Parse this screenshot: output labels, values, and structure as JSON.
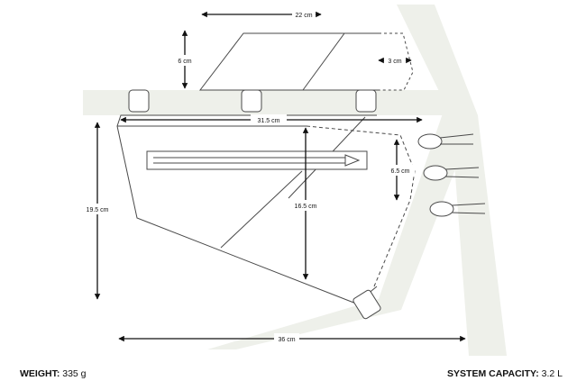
{
  "dimensions": {
    "top_bag_width": "22 cm",
    "top_bag_height": "6 cm",
    "top_bag_depth": "3 cm",
    "frame_top_length": "31.5 cm",
    "frame_height": "19.5 cm",
    "inner_height": "16.5 cm",
    "side_depth": "6.5 cm",
    "bottom_length": "36 cm"
  },
  "specs": {
    "weight_label": "WEIGHT:",
    "weight_value": "335 g",
    "capacity_label": "SYSTEM CAPACITY:",
    "capacity_value": "3.2 L"
  },
  "colors": {
    "frame_tube": "#eef0ea",
    "outline": "#4a4a4a",
    "dimension_line": "#111111"
  }
}
